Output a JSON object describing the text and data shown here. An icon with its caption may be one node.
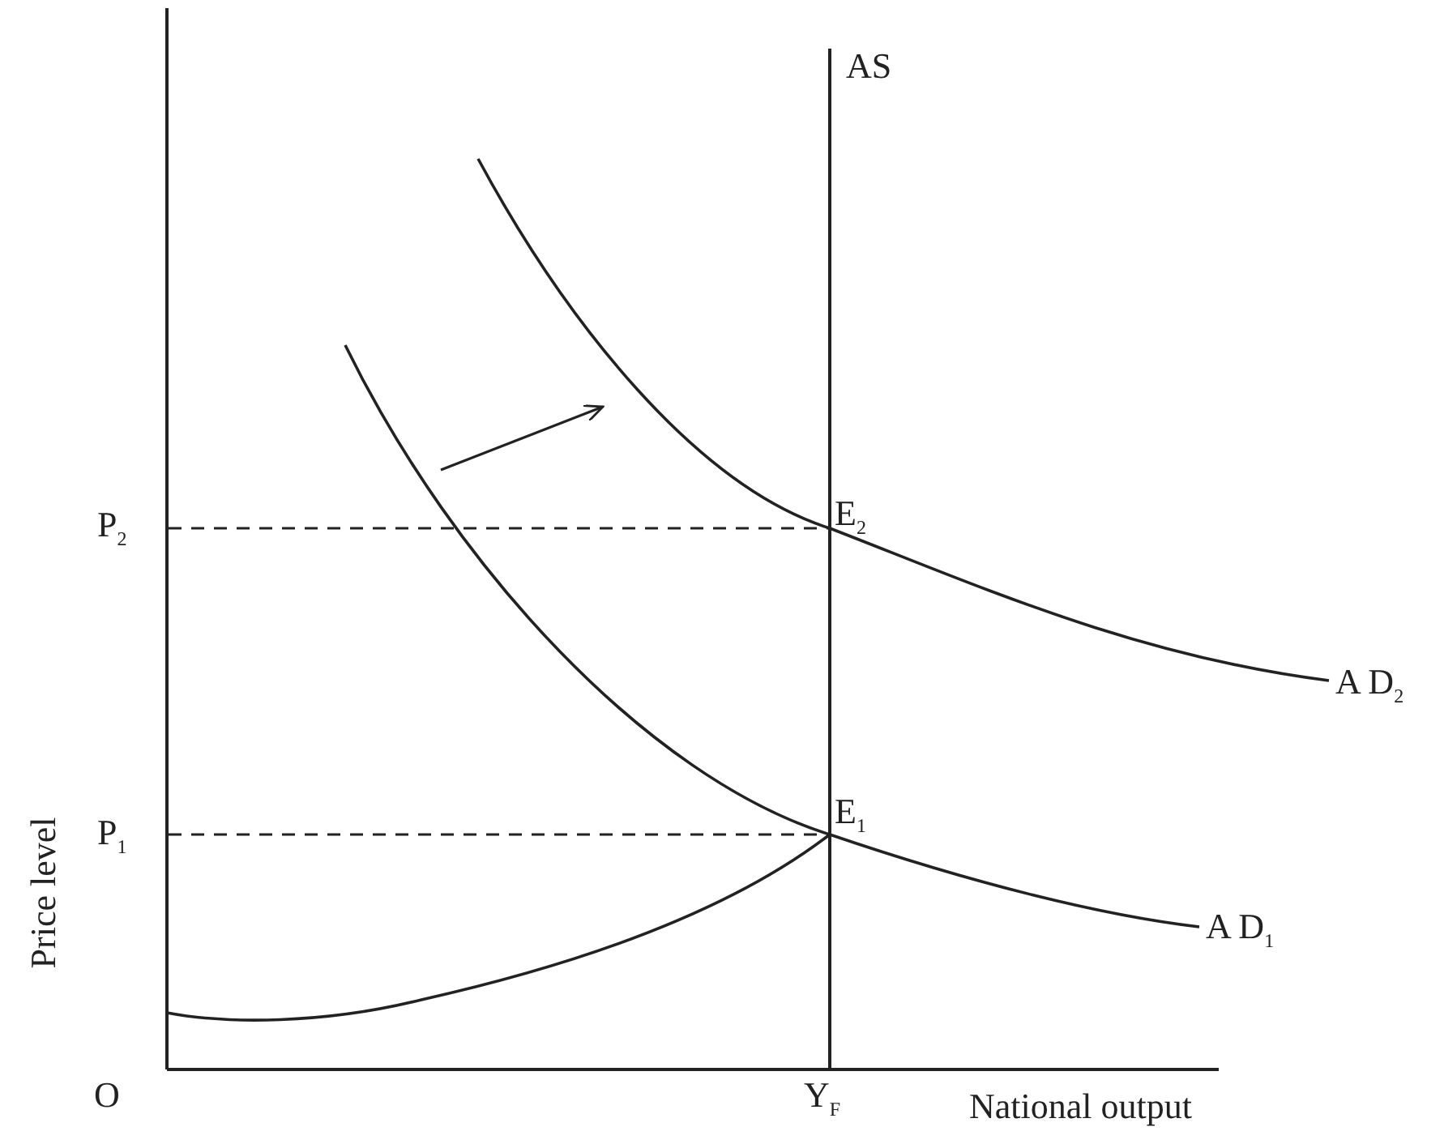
{
  "diagram": {
    "labels": [
      "AS",
      "P$_{2}$",
      "E$_{2}$",
      "A D$_{2}$",
      "Price level",
      "P$_{1}$",
      "E$_{1}$",
      "A D$_{1}$",
      "O",
      "Y$_{F}$",
      "National output"
    ]
  }
}
